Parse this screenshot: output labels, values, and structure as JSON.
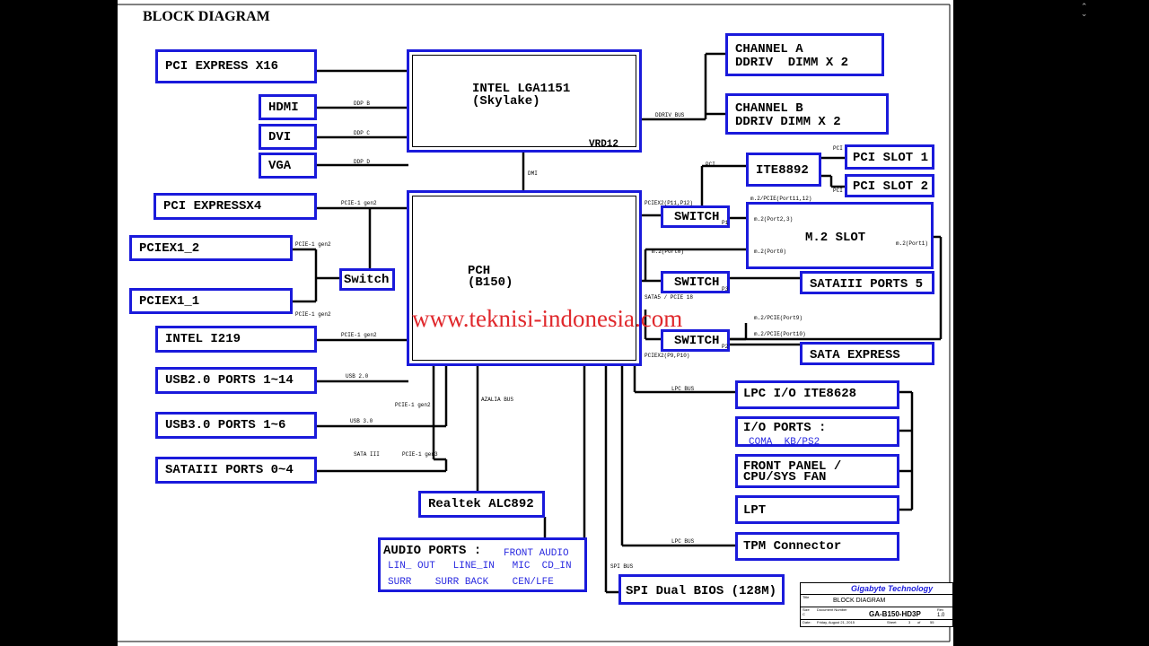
{
  "title": "BLOCK DIAGRAM",
  "watermark": "www.teknisi-indonesia.com",
  "boxes": {
    "cpu_line1": "INTEL LGA1151",
    "cpu_line2": "(Skylake)",
    "cpu_vrd": "VRD12",
    "pch_line1": "PCH",
    "pch_line2": "(B150)",
    "pcie_x16": "PCI EXPRESS X16",
    "hdmi": "HDMI",
    "dvi": "DVI",
    "vga": "VGA",
    "chan_a_1": "CHANNEL A",
    "chan_a_2": "DDRIV  DIMM X 2",
    "chan_b_1": "CHANNEL B",
    "chan_b_2": "DDRIV DIMM X 2",
    "ite8892": "ITE8892",
    "pci_slot1": "PCI SLOT 1",
    "pci_slot2": "PCI SLOT 2",
    "pcie_x4": "PCI EXPRESSX4",
    "pciex1_2": "PCIEX1_2",
    "pciex1_1": "PCIEX1_1",
    "switch_left": "Switch",
    "switch1": "SWITCH",
    "switch2": "SWITCH",
    "switch3": "SWITCH",
    "m2_slot": "M.2 SLOT",
    "sata5": "SATAIII PORTS 5",
    "sata_express": "SATA EXPRESS",
    "intel_i219": "INTEL I219",
    "usb2": "USB2.0 PORTS 1~14",
    "usb3": "USB3.0 PORTS 1~6",
    "sata04": "SATAIII PORTS 0~4",
    "realtek": "Realtek ALC892",
    "audio_title": "AUDIO PORTS :",
    "audio_front": "FRONT AUDIO",
    "audio_row1": "LIN_ OUT   LINE_IN   MIC  CD_IN",
    "audio_row2": "SURR    SURR BACK    CEN/LFE",
    "lpc_io": "LPC I/O ITE8628",
    "io_ports": "I/O PORTS :",
    "io_ports_sub": "COMA  KB/PS2",
    "front_panel_1": "FRONT PANEL /",
    "front_panel_2": "CPU/SYS FAN",
    "lpt": "LPT",
    "tpm": "TPM Connector",
    "spi": "SPI Dual BIOS (128M)"
  },
  "labels": {
    "ddp_b": "DDP B",
    "ddp_c": "DDP C",
    "ddp_d": "DDP D",
    "ddriv_bus": "DDRIV BUS",
    "dmi": "DMI",
    "pci_top": "PCI",
    "pci_s1": "PCI",
    "pci_s2": "PCI",
    "pciex2_p11": "PCIEX2(P11,P12)",
    "p1": "P1",
    "m2_port1112": "m.2/PCIE(Port11,12)",
    "m2_port23": "m.2(Port2,3)",
    "m2_port0a": "m.2(Port0)",
    "m2_port0b": "m.2(Port0)",
    "m2_port1": "m.2(Port1)",
    "p3": "P3",
    "sata5_pcie18": "SATA5 / PCIE 18",
    "m2_port9": "m.2/PCIE(Port9)",
    "m2_port10": "m.2/PCIE(Port10)",
    "p2": "P2",
    "pciex2_p9": "PCIEX2(P9,P10)",
    "pcie_gen2_x4": "PCIE-1 gen2",
    "pcie_gen2_x1a": "PCIE-1 gen2",
    "pcie_gen2_x1b": "PCIE-1 gen2",
    "pcie_gen2_i219": "PCIE-1 gen2",
    "usb20": "USB 2.0",
    "usb30": "USB 3.0",
    "pcie_gen2_usb3": "PCIE-1 gen2",
    "sata3": "SATA III",
    "pcie_gen3": "PCIE-1 gen3",
    "azalia": "AZALIA BUS",
    "lpc_bus1": "LPC BUS",
    "lpc_bus2": "LPC BUS",
    "spi_bus": "SPI BUS"
  },
  "titleblock": {
    "company": "Gigabyte Technology",
    "title_label": "Title",
    "title": "BLOCK DIAGRAM",
    "size_label": "Size",
    "size": "C",
    "docnum_label": "Document Number",
    "docnum": "GA-B150-HD3P",
    "rev_label": "Rev",
    "rev": "1.0",
    "date_label": "Date:",
    "date": "Friday, August 21, 2015",
    "sheet_label": "Sheet",
    "sheet": "3",
    "of_label": "of",
    "of": "55"
  },
  "colors": {
    "box_border": "#1a1adb",
    "watermark": "#e0282c",
    "company": "#1a1adb"
  }
}
